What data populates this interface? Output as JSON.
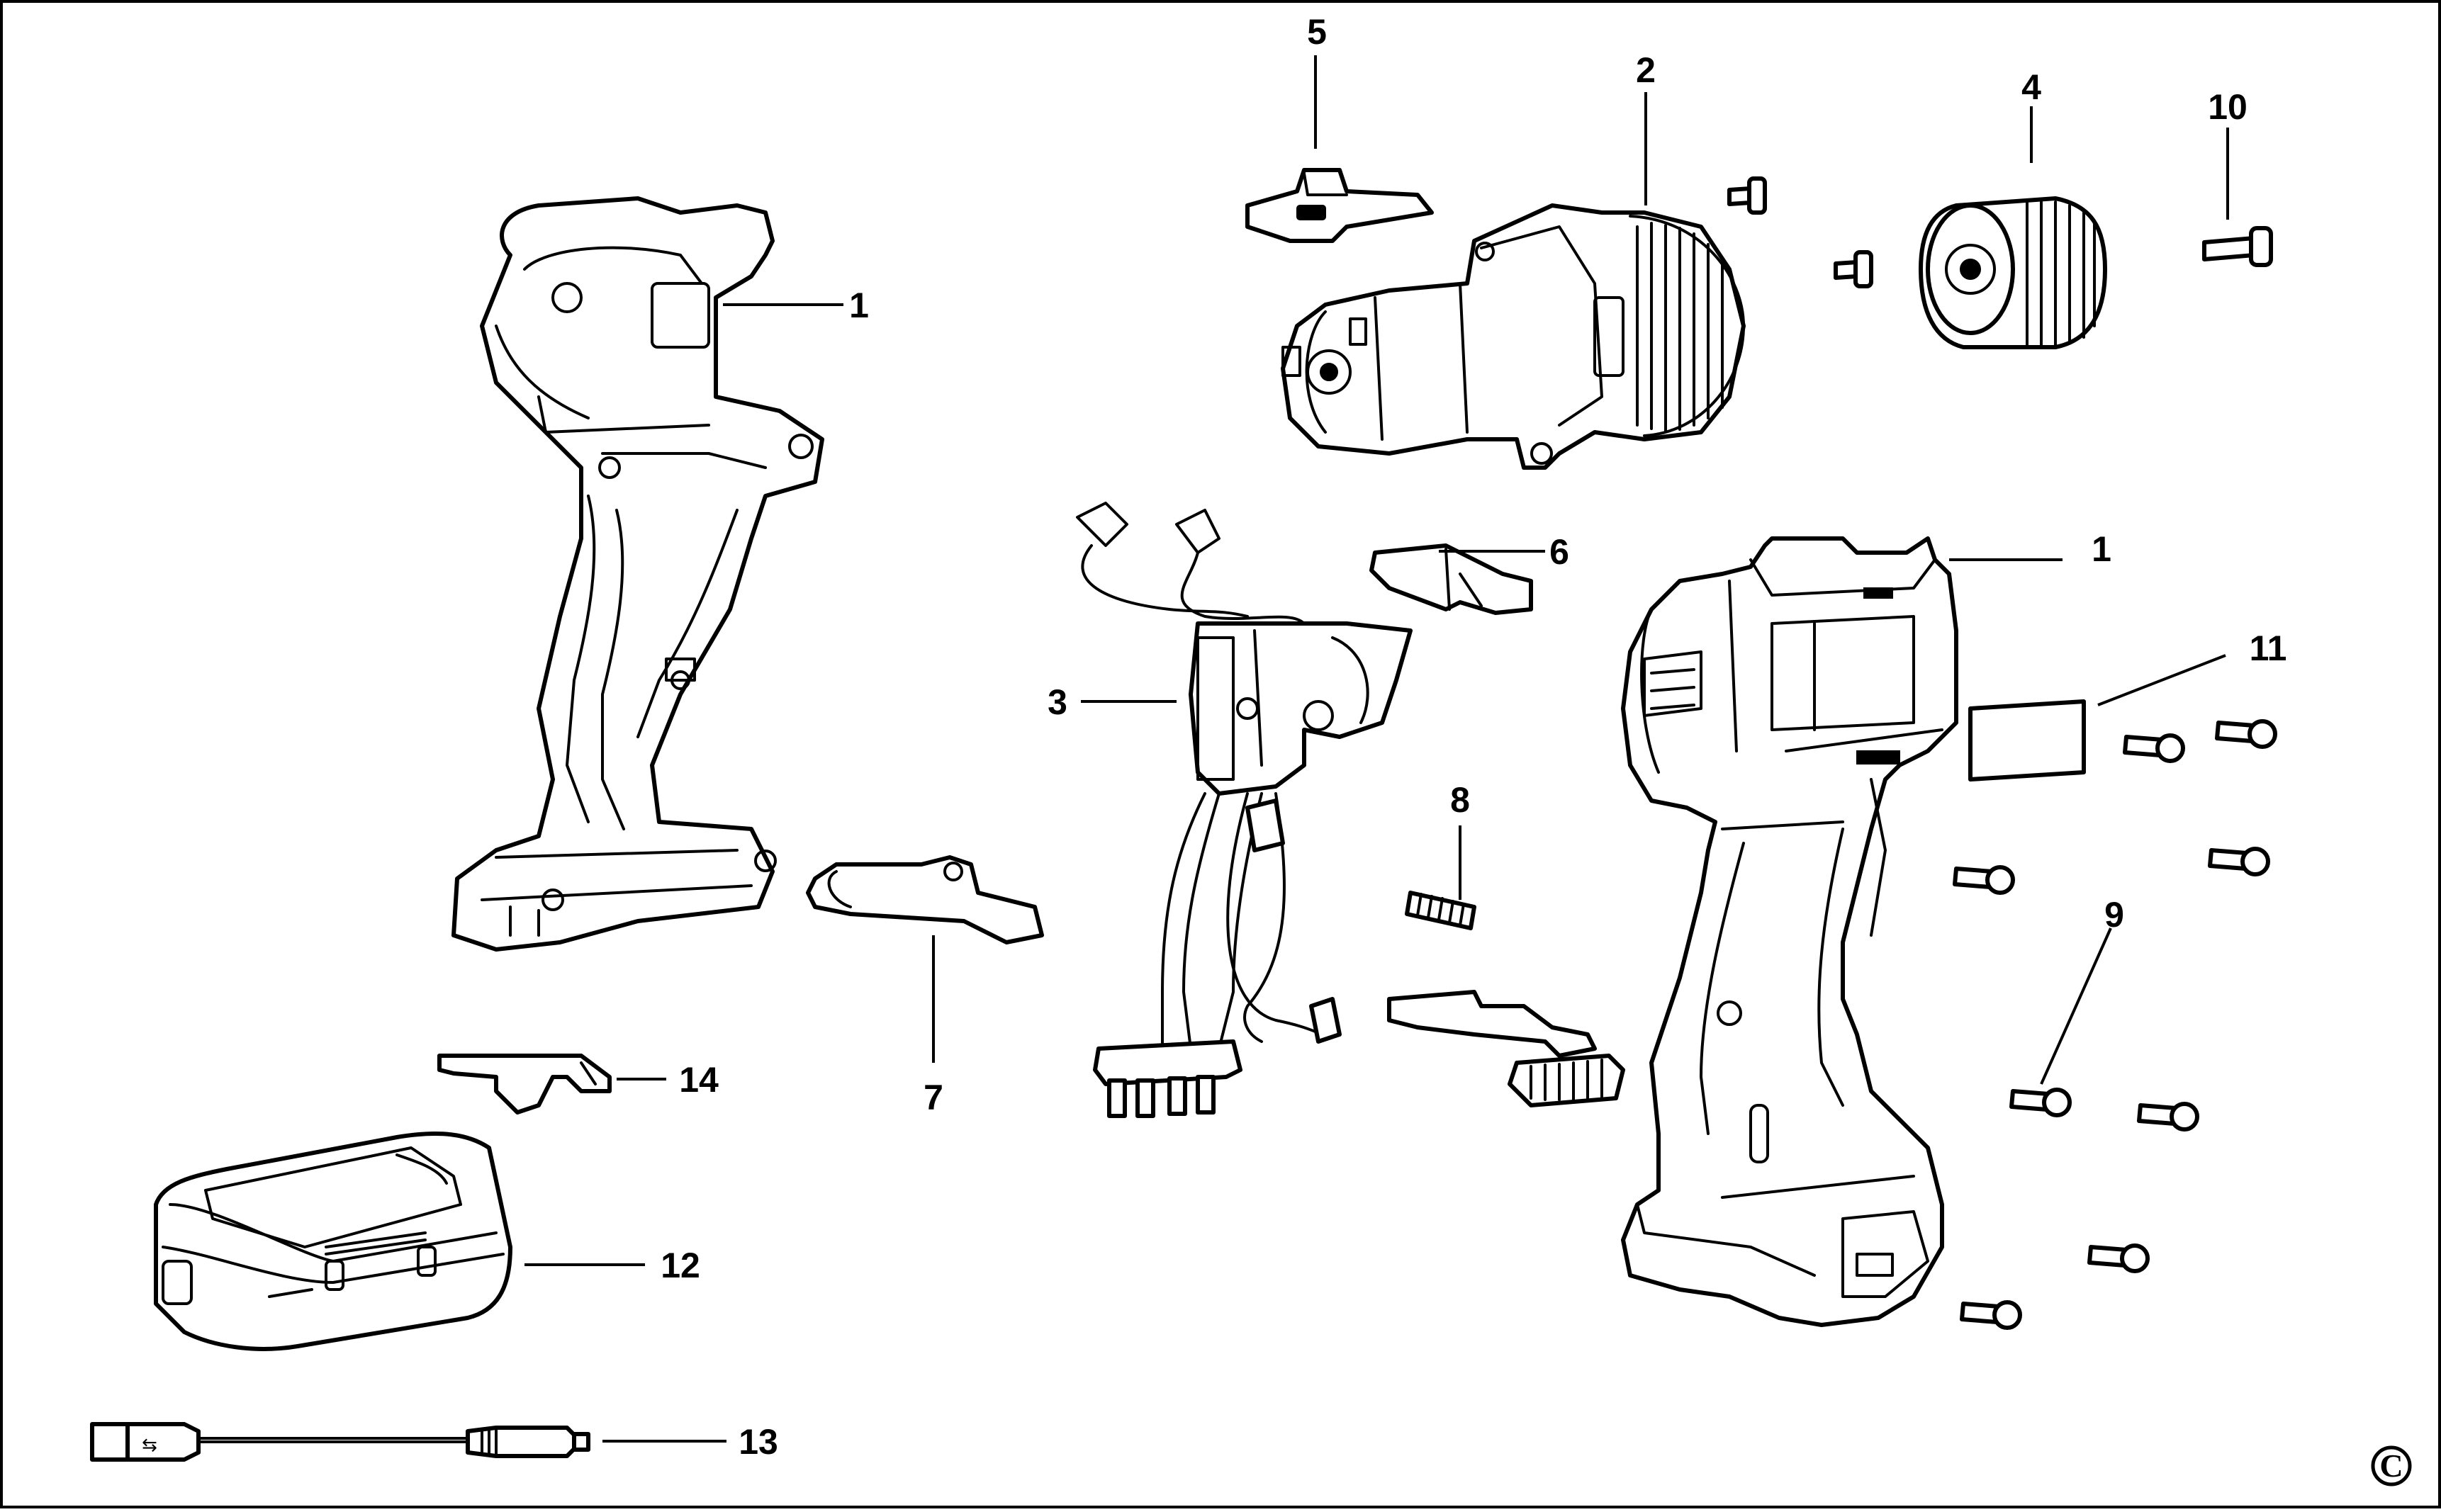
{
  "diagram": {
    "type": "exploded-parts-diagram",
    "callouts": [
      {
        "id": "c1a",
        "label": "1"
      },
      {
        "id": "c1b",
        "label": "1"
      },
      {
        "id": "c2",
        "label": "2"
      },
      {
        "id": "c3",
        "label": "3"
      },
      {
        "id": "c4",
        "label": "4"
      },
      {
        "id": "c5",
        "label": "5"
      },
      {
        "id": "c6",
        "label": "6"
      },
      {
        "id": "c7",
        "label": "7"
      },
      {
        "id": "c8",
        "label": "8"
      },
      {
        "id": "c9",
        "label": "9"
      },
      {
        "id": "c10",
        "label": "10"
      },
      {
        "id": "c11",
        "label": "11"
      },
      {
        "id": "c12",
        "label": "12"
      },
      {
        "id": "c13",
        "label": "13"
      },
      {
        "id": "c14",
        "label": "14"
      }
    ],
    "copyright_symbol": "C"
  }
}
